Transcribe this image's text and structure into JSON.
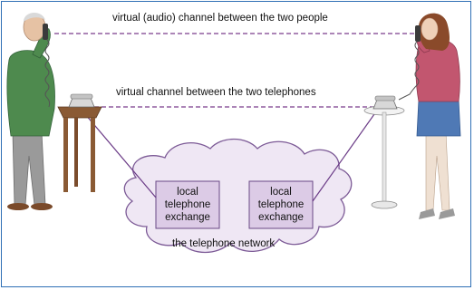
{
  "labels": {
    "audio_channel": "virtual (audio) channel between the two people",
    "telephone_channel": "virtual channel between the two telephones",
    "network": "the telephone network"
  },
  "exchanges": [
    {
      "lines": [
        "local",
        "telephone",
        "exchange"
      ]
    },
    {
      "lines": [
        "local",
        "telephone",
        "exchange"
      ]
    }
  ],
  "colors": {
    "frame": "#2f6fb5",
    "dashed_line": "#7a3c8c",
    "connector": "#6a3a86",
    "cloud_fill": "#efe7f4",
    "cloud_stroke": "#7c5a96",
    "exchange_fill": "#dccbe6",
    "exchange_stroke": "#6a4a86"
  }
}
